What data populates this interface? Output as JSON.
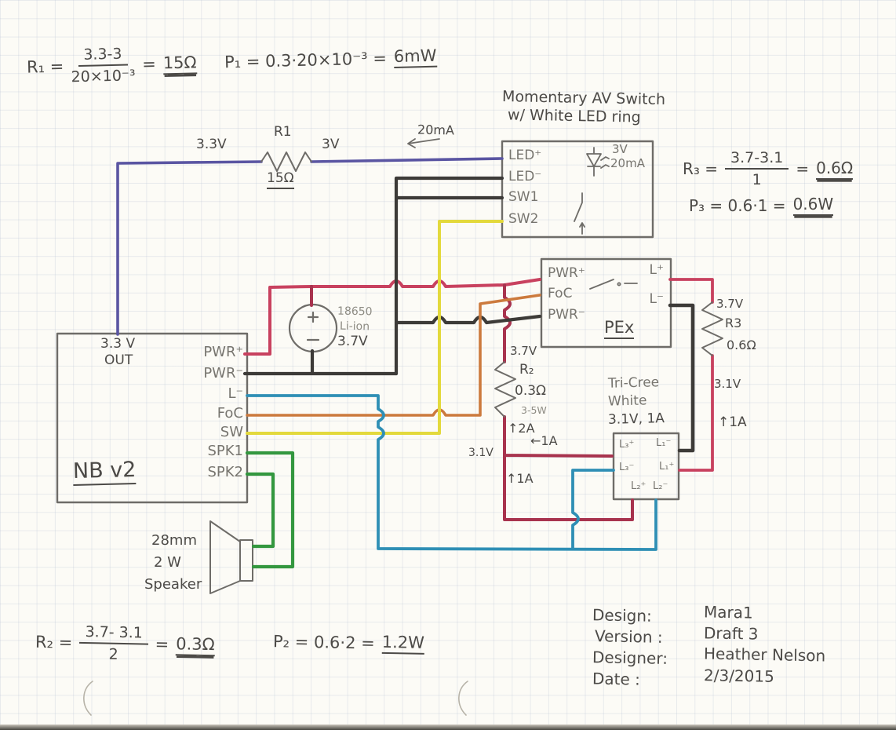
{
  "colors": {
    "wire_purple": "#5a55a2",
    "wire_red": "#c8415f",
    "wire_darkred": "#a8334e",
    "wire_black": "#3d3b38",
    "wire_yellow": "#e3d93c",
    "wire_orange": "#cc7a3d",
    "wire_blue": "#2f8fb5",
    "wire_green": "#33973f",
    "pencil": "#6e6c68"
  },
  "eq": {
    "r1": {
      "lhs": "R₁ =",
      "num": "3.3-3",
      "den": "20×10⁻³",
      "eq": "=",
      "res": "15Ω"
    },
    "p1": {
      "lhs": "P₁ = 0.3·20×10⁻³ =",
      "res": "6mW"
    },
    "r3": {
      "lhs": "R₃ =",
      "num": "3.7-3.1",
      "den": "1",
      "eq": "=",
      "res": "0.6Ω"
    },
    "p3": {
      "lhs": "P₃ = 0.6·1 =",
      "res": "0.6W"
    },
    "r2": {
      "lhs": "R₂ =",
      "num": "3.7- 3.1",
      "den": "2",
      "eq": "=",
      "res": "0.3Ω"
    },
    "p2": {
      "lhs": "P₂ = 0.6·2 =",
      "res": "1.2W"
    }
  },
  "momentary": {
    "title1": "Momentary AV Switch",
    "title2": "w/ White LED ring",
    "pins": [
      "LED⁺",
      "LED⁻",
      "SW1",
      "SW2"
    ],
    "led_v": "3V",
    "led_i": "20mA"
  },
  "r1": {
    "v_left": "3.3V",
    "name": "R1",
    "v_right": "3V",
    "value": "15Ω",
    "current": "20mA"
  },
  "nb": {
    "out1": "3.3 V",
    "out2": "OUT",
    "name": "NB v2",
    "pins": [
      "PWR⁺",
      "PWR⁻",
      "L⁻",
      "FoC",
      "SW",
      "SPK1",
      "SPK2"
    ]
  },
  "battery": {
    "l1": "18650",
    "l2": "Li-ion",
    "l3": "3.7V"
  },
  "pex": {
    "name": "PEx",
    "left": [
      "PWR⁺",
      "FoC",
      "PWR⁻"
    ],
    "right": [
      "L⁺",
      "L⁻"
    ]
  },
  "r2": {
    "v_top": "3.7V",
    "name": "R₂",
    "value": "0.3Ω",
    "rating": "3-5W",
    "i_top": "↑2A",
    "v_node": "3.1V",
    "i_led3": "←1A",
    "i_bottom": "↑1A"
  },
  "r3": {
    "v_top": "3.7V",
    "name": "R3",
    "value": "0.6Ω",
    "v_bottom": "3.1V",
    "current": "↑1A"
  },
  "tricree": {
    "t1": "Tri-Cree",
    "t2": "White",
    "t3": "3.1V, 1A",
    "pins": {
      "tl": "L₃⁺",
      "tr": "L₁⁻",
      "ml": "L₃⁻",
      "mr": "L₁⁺",
      "bl": "L₂⁺",
      "br": "L₂⁻"
    }
  },
  "speaker": {
    "l1": "28mm",
    "l2": "2 W",
    "l3": "Speaker"
  },
  "design": {
    "rows": [
      {
        "label": "Design:",
        "value": "Mara1"
      },
      {
        "label": "Version :",
        "value": "Draft 3"
      },
      {
        "label": "Designer:",
        "value": "Heather Nelson"
      },
      {
        "label": "Date :",
        "value": "2/3/2015"
      }
    ]
  }
}
